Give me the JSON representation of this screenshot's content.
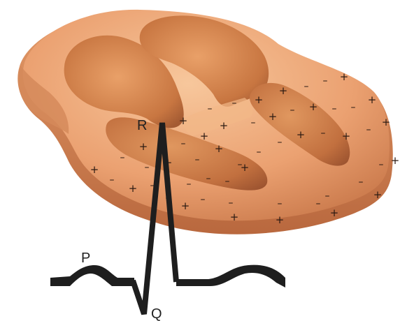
{
  "labels": {
    "r": "R",
    "p": "P",
    "q": "Q"
  },
  "signs": {
    "positive": "+",
    "negative": "–"
  },
  "colors": {
    "background": "#ffffff",
    "heart_surface": "#e8a06e",
    "heart_cut_face": "#f0b585",
    "heart_wall_shadow": "#b8643c",
    "heart_outer_edge": "#d58656",
    "chamber_cavity": "#c97845",
    "ecg_trace": "#1e1e1e",
    "charge_signs": "#2b1a12"
  },
  "icons": {
    "heart": "heart-cross-section-illustration"
  }
}
